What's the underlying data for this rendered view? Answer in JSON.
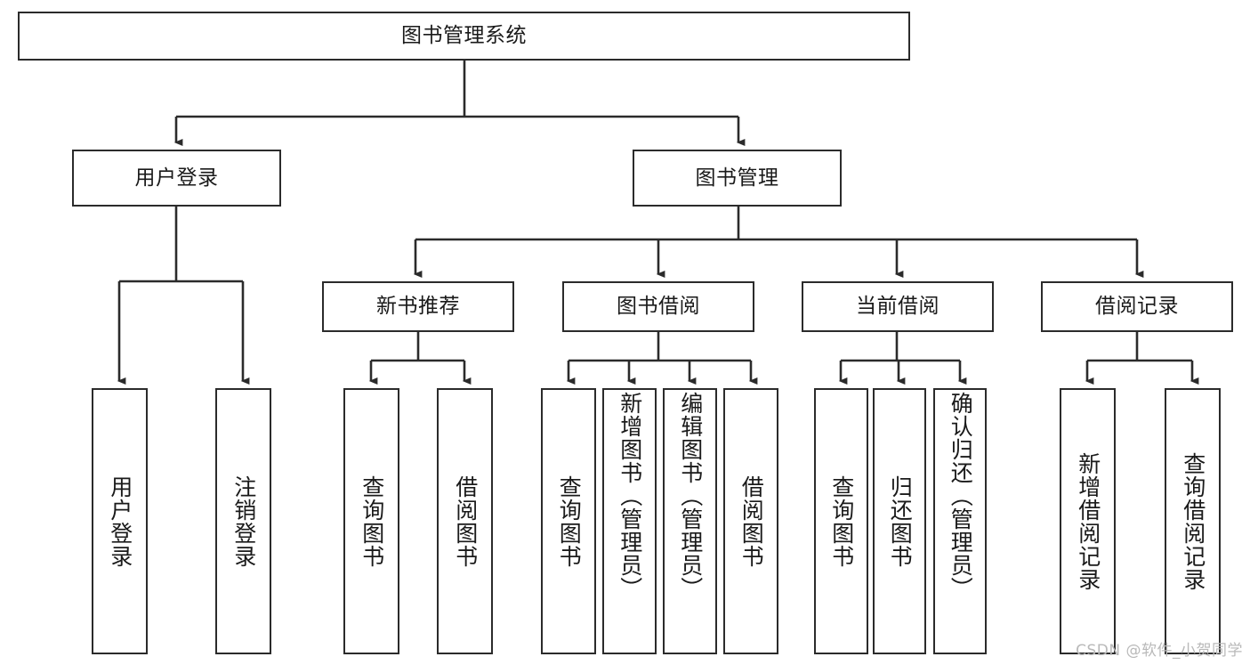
{
  "diagram": {
    "type": "tree-hierarchy",
    "title": "图书管理系统",
    "root": {
      "id": "root",
      "label": "图书管理系统"
    },
    "level2": [
      {
        "id": "user-login",
        "label": "用户登录"
      },
      {
        "id": "book-manage",
        "label": "图书管理"
      }
    ],
    "level3": [
      {
        "id": "new-book-rec",
        "label": "新书推荐",
        "parent": "book-manage"
      },
      {
        "id": "book-borrow",
        "label": "图书借阅",
        "parent": "book-manage"
      },
      {
        "id": "current-borrow",
        "label": "当前借阅",
        "parent": "book-manage"
      },
      {
        "id": "borrow-record",
        "label": "借阅记录",
        "parent": "book-manage"
      }
    ],
    "leaves": [
      {
        "id": "leaf-user-login",
        "label": "用户登录",
        "parent": "user-login"
      },
      {
        "id": "leaf-logout",
        "label": "注销登录",
        "parent": "user-login"
      },
      {
        "id": "leaf-query-book-1",
        "label": "查询图书",
        "parent": "new-book-rec"
      },
      {
        "id": "leaf-borrow-book-1",
        "label": "借阅图书",
        "parent": "new-book-rec"
      },
      {
        "id": "leaf-query-book-2",
        "label": "查询图书",
        "parent": "book-borrow"
      },
      {
        "id": "leaf-add-book",
        "label": "新增图书（管理员）",
        "parent": "book-borrow"
      },
      {
        "id": "leaf-edit-book",
        "label": "编辑图书（管理员）",
        "parent": "book-borrow"
      },
      {
        "id": "leaf-borrow-book-2",
        "label": "借阅图书",
        "parent": "book-borrow"
      },
      {
        "id": "leaf-query-book-3",
        "label": "查询图书",
        "parent": "current-borrow"
      },
      {
        "id": "leaf-return-book",
        "label": "归还图书",
        "parent": "current-borrow"
      },
      {
        "id": "leaf-confirm-return",
        "label": "确认归还（管理员）",
        "parent": "current-borrow"
      },
      {
        "id": "leaf-add-record",
        "label": "新增借阅记录",
        "parent": "borrow-record"
      },
      {
        "id": "leaf-query-record",
        "label": "查询借阅记录",
        "parent": "borrow-record"
      }
    ],
    "colors": {
      "stroke": "#2b2b2b",
      "fill": "#ffffff",
      "text": "#1a1a1a",
      "watermark": "#b9b9b9"
    }
  },
  "watermark": {
    "text": "CSDN @软件_小贺同学"
  }
}
